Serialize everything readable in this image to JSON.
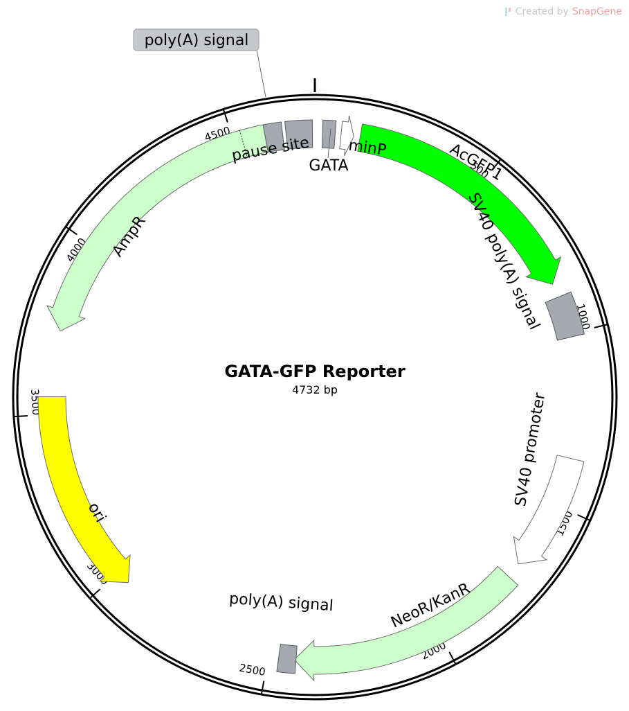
{
  "watermark": {
    "prefix": "Created by",
    "brand": "SnapGene"
  },
  "map": {
    "title": "GATA-GFP Reporter",
    "subtitle": "4732 bp",
    "length": 4732,
    "ticks": [
      {
        "bp": 500,
        "label": "500"
      },
      {
        "bp": 1000,
        "label": "1000"
      },
      {
        "bp": 1500,
        "label": "1500"
      },
      {
        "bp": 2000,
        "label": "2000"
      },
      {
        "bp": 2500,
        "label": "2500"
      },
      {
        "bp": 3000,
        "label": "3000"
      },
      {
        "bp": 3500,
        "label": "3500"
      },
      {
        "bp": 4000,
        "label": "4000"
      },
      {
        "bp": 4500,
        "label": "4500"
      }
    ],
    "features": [
      {
        "name": "acgfp1-arrow",
        "label": "AcGFP1",
        "color": "#00ff00",
        "shape": "arrow",
        "direction": "forward",
        "start": 130,
        "end": 850
      },
      {
        "name": "sv40-polya-box",
        "label": "SV40 poly(A) signal",
        "color": "#a6aab0",
        "shape": "box",
        "start": 890,
        "end": 1010
      },
      {
        "name": "sv40-promoter-arrow",
        "label": "SV40 promoter",
        "color": "#ffffff",
        "shape": "arrow",
        "direction": "forward",
        "start": 1360,
        "end": 1700
      },
      {
        "name": "neor-kanr-arrow",
        "label": "NeoR/KanR",
        "color": "#ccffcc",
        "shape": "arrow",
        "direction": "forward",
        "start": 1745,
        "end": 2425
      },
      {
        "name": "polya-box-bottom",
        "label": "poly(A) signal",
        "color": "#a6aab0",
        "shape": "box",
        "start": 2420,
        "end": 2470
      },
      {
        "name": "ori-arrow",
        "label": "ori",
        "color": "#ffff00",
        "shape": "arrow",
        "direction": "reverse",
        "start": 2960,
        "end": 3550
      },
      {
        "name": "ampr-arrow",
        "label": "AmpR",
        "color": "#ccffcc",
        "shape": "arrow",
        "direction": "reverse",
        "start": 3740,
        "end": 4600
      },
      {
        "name": "pause-site-box",
        "label": "pause site",
        "color": "#a6aab0",
        "shape": "box",
        "start": 4590,
        "end": 4640
      },
      {
        "name": "polya-box-top",
        "label": "poly(A) signal",
        "color": "#a6aab0",
        "shape": "box",
        "start": 4650,
        "end": 4725
      },
      {
        "name": "gata-box",
        "label": "GATA",
        "color": "#a6aab0",
        "shape": "box",
        "start": 22,
        "end": 58
      },
      {
        "name": "minp-arrow",
        "label": "minP",
        "color": "#ffffff",
        "shape": "arrow",
        "direction": "forward",
        "start": 75,
        "end": 112
      }
    ]
  }
}
